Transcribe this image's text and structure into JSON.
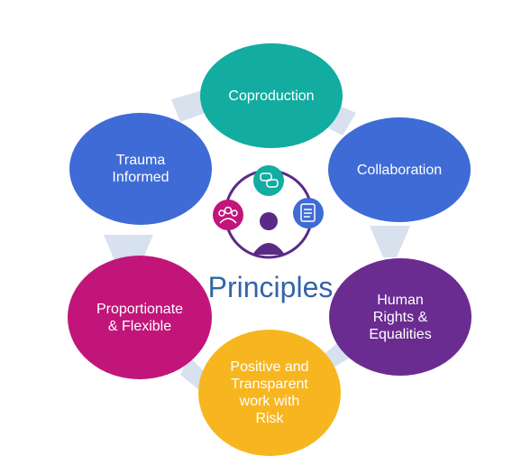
{
  "diagram": {
    "center_title": "Principles",
    "nodes": [
      {
        "id": "coproduction",
        "label": "Coproduction",
        "color": "#12aca0"
      },
      {
        "id": "collaboration",
        "label": "Collaboration",
        "color": "#3f6bd6"
      },
      {
        "id": "human-rights",
        "label": "Human\nRights &\nEqualities",
        "color": "#6b2c92"
      },
      {
        "id": "positive-risk",
        "label": "Positive and\nTransparent\nwork with\nRisk",
        "color": "#f7b61f"
      },
      {
        "id": "proportionate",
        "label": "Proportionate\n& Flexible",
        "color": "#c1157a"
      },
      {
        "id": "trauma",
        "label": "Trauma\nInformed",
        "color": "#3f6bd6"
      }
    ],
    "connector_color": "#d8e1ee",
    "center_icons": [
      {
        "name": "chat-bubbles-icon",
        "color": "#12aca0"
      },
      {
        "name": "clipboard-icon",
        "color": "#3f6bd6"
      },
      {
        "name": "group-people-icon",
        "color": "#c1157a"
      },
      {
        "name": "person-icon",
        "color": "#5b2a86"
      }
    ]
  }
}
